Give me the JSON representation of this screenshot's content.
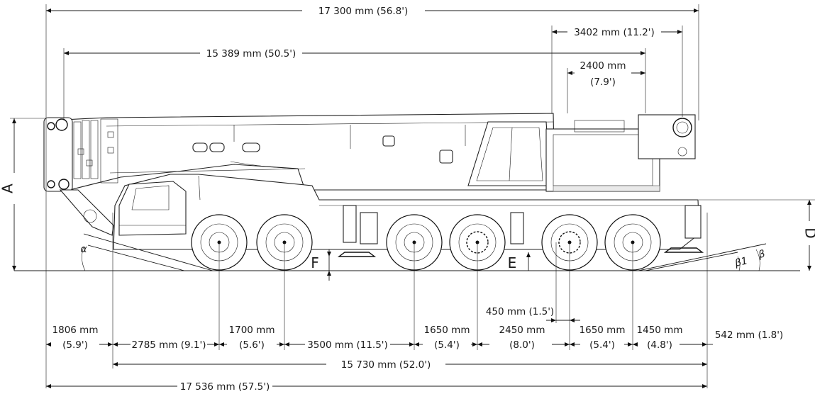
{
  "dimensions": {
    "overall_top": "17 300 mm (56.8')",
    "boom_length": "15 389 mm (50.5')",
    "rear_3402": "3402 mm (11.2')",
    "rear_2400": "2400 mm",
    "rear_2400_ft": "(7.9')",
    "front_overhang_mm": "1806 mm",
    "front_overhang_ft": "(5.9')",
    "axle_2785": "2785 mm (9.1')",
    "axle_1700_mm": "1700 mm",
    "axle_1700_ft": "(5.6')",
    "axle_3500": "3500 mm (11.5')",
    "axle_1650a_mm": "1650 mm",
    "axle_1650a_ft": "(5.4')",
    "axle_2450_mm": "2450 mm",
    "axle_2450_ft": "(8.0')",
    "offset_450": "450 mm (1.5')",
    "axle_1650b_mm": "1650 mm",
    "axle_1650b_ft": "(5.4')",
    "axle_1450_mm": "1450 mm",
    "axle_1450_ft": "(4.8')",
    "rear_overhang": "542 mm (1.8')",
    "outrigger_span": "15 730 mm (52.0')",
    "overall_bottom": "17 536 mm (57.5')"
  },
  "labels": {
    "A": "A",
    "D": "D",
    "E": "E",
    "F": "F",
    "alpha": "α",
    "beta": "β",
    "beta1": "β1"
  }
}
